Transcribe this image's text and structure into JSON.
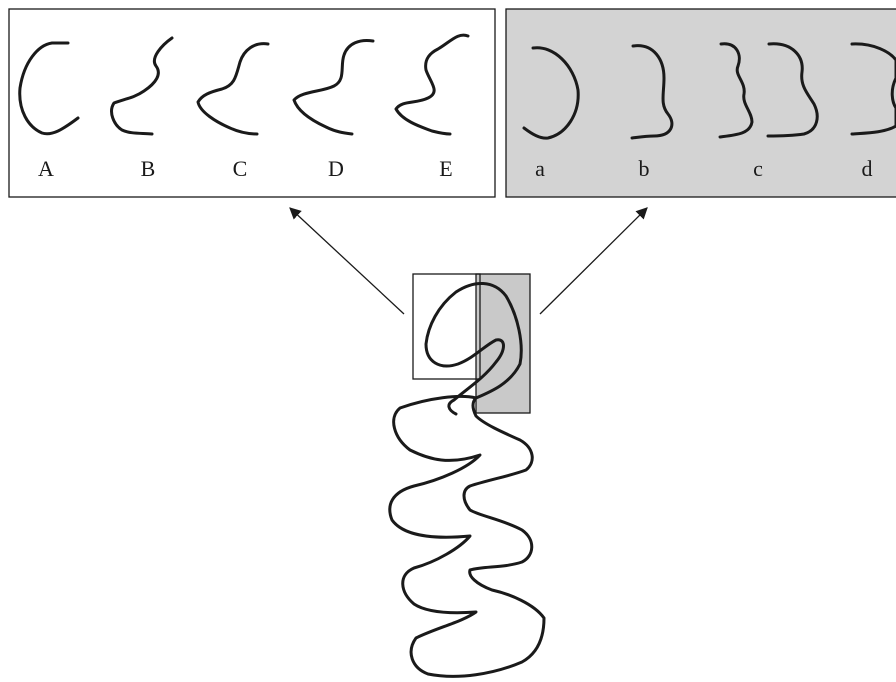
{
  "left_panel": {
    "labels": [
      "A",
      "B",
      "C",
      "D",
      "E"
    ]
  },
  "right_panel": {
    "labels": [
      "a",
      "b",
      "c",
      "d"
    ]
  },
  "colors": {
    "right_panel_fill": "#d3d3d3",
    "stroke": "#1a1a1a"
  }
}
